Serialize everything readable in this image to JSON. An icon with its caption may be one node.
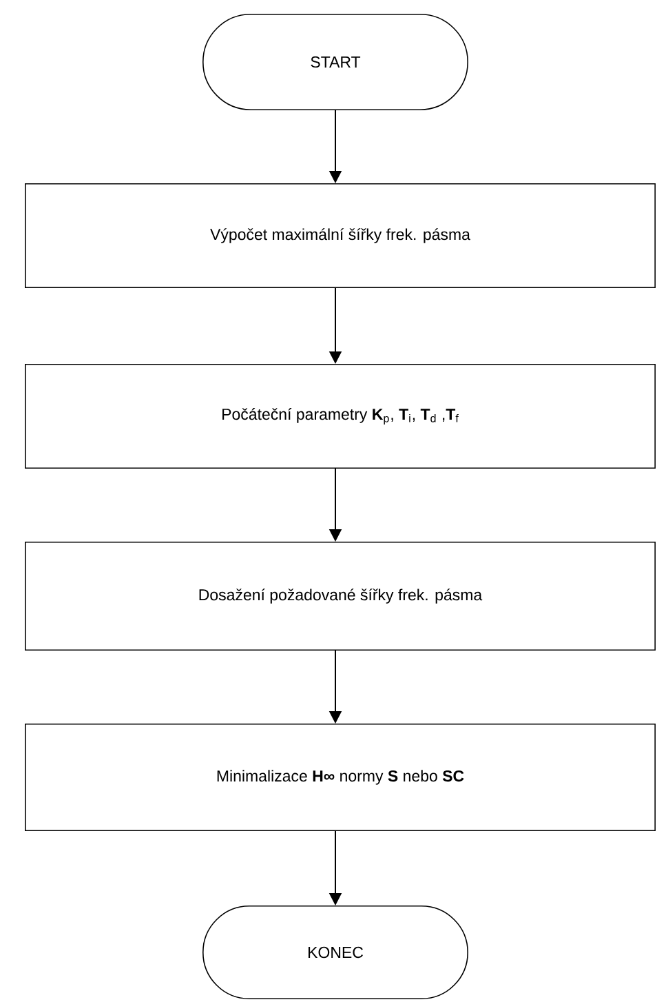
{
  "diagram": {
    "nodes": [
      {
        "text": [
          "START"
        ]
      },
      {
        "text": [
          "Výpočet maximální šířky frek. pásma"
        ]
      },
      {
        "text": [
          "Počáteční parametry **K**$_{p}$, **T**$_{i}$, **T**$_{d}$ ,**T**$_{f}$"
        ]
      },
      {
        "text": [
          "Dosažení požadované  šířky frek. pásma"
        ]
      },
      {
        "text": [
          "Minimalizace **H∞** normy  **S** nebo **SC**"
        ]
      },
      {
        "text": [
          "KONEC"
        ]
      }
    ],
    "edges": [
      {
        "from": 0,
        "to": 1,
        "arrow": "to"
      },
      {
        "from": 1,
        "to": 2,
        "arrow": "to"
      },
      {
        "from": 2,
        "to": 3,
        "arrow": "to"
      },
      {
        "from": 3,
        "to": 4,
        "arrow": "to"
      },
      {
        "from": 4,
        "to": 5,
        "arrow": "to"
      }
    ]
  }
}
